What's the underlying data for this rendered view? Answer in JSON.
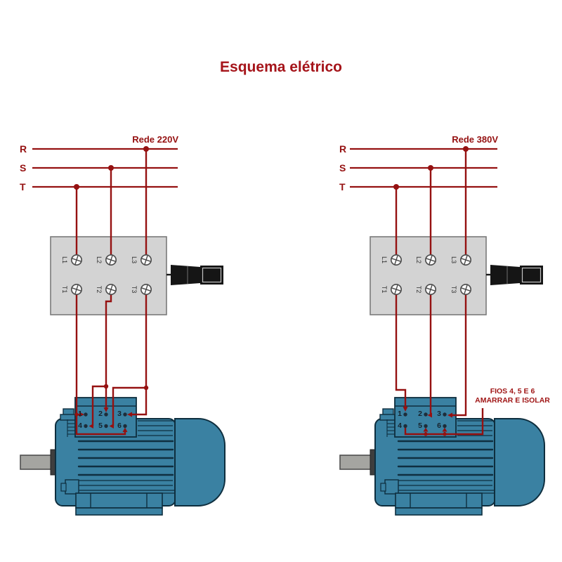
{
  "title": "Esquema elétrico",
  "colors": {
    "wire_red": "#951111",
    "title_red": "#a5141a",
    "note_red": "#a01616",
    "motor_teal": "#3a81a2",
    "motor_outline": "#0e2e3e",
    "switch_box_gray": "#d3d3d3",
    "shaft_gray": "#a5a5a1",
    "handle_black": "#151515"
  },
  "left": {
    "network": "Rede 220V",
    "phases": [
      "R",
      "S",
      "T"
    ],
    "switch": {
      "top": [
        "L1",
        "L2",
        "L3"
      ],
      "bottom": [
        "T1",
        "T2",
        "T3"
      ]
    },
    "motor": {
      "top": [
        "1",
        "2",
        "3"
      ],
      "bottom": [
        "4",
        "5",
        "6"
      ]
    }
  },
  "right": {
    "network": "Rede 380V",
    "phases": [
      "R",
      "S",
      "T"
    ],
    "switch": {
      "top": [
        "L1",
        "L2",
        "L3"
      ],
      "bottom": [
        "T1",
        "T2",
        "T3"
      ]
    },
    "motor": {
      "top": [
        "1",
        "2",
        "3"
      ],
      "bottom": [
        "4",
        "5",
        "6"
      ]
    },
    "note_line1": "FIOS 4, 5 E 6",
    "note_line2": "AMARRAR E ISOLAR"
  }
}
